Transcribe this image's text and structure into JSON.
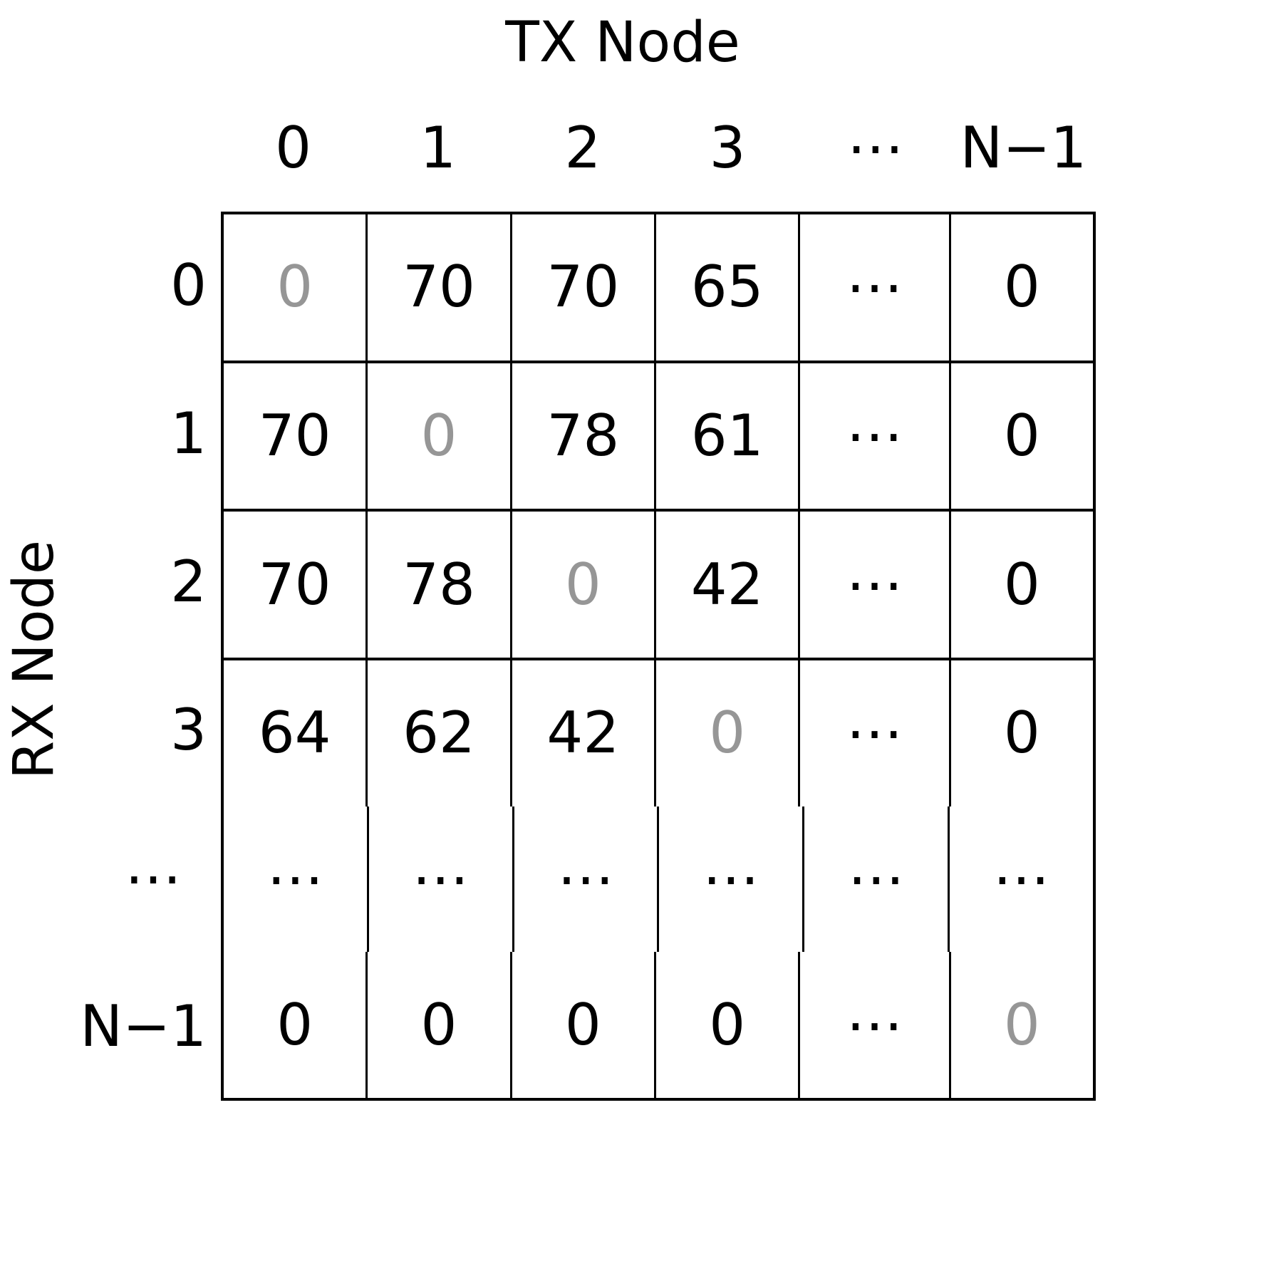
{
  "axes": {
    "top_title": "TX Node",
    "left_title": "RX Node"
  },
  "colors": {
    "grid": "#000000",
    "text": "#000000",
    "diagonal_text": "#969696",
    "background": "#ffffff"
  },
  "glyphs": {
    "ellipsis": "⋯"
  },
  "chart_data": {
    "type": "table",
    "title": "",
    "xlabel": "TX Node",
    "ylabel": "RX Node",
    "col_headers": [
      "0",
      "1",
      "2",
      "3",
      "⋯",
      "N−1"
    ],
    "row_headers": [
      "0",
      "1",
      "2",
      "3",
      "⋯",
      "N−1"
    ],
    "rows": [
      {
        "label": "0",
        "cells": [
          {
            "text": "0",
            "diagonal": true,
            "ellipsis": false
          },
          {
            "text": "70",
            "diagonal": false,
            "ellipsis": false
          },
          {
            "text": "70",
            "diagonal": false,
            "ellipsis": false
          },
          {
            "text": "65",
            "diagonal": false,
            "ellipsis": false
          },
          {
            "text": "⋯",
            "diagonal": false,
            "ellipsis": true
          },
          {
            "text": "0",
            "diagonal": false,
            "ellipsis": false
          }
        ]
      },
      {
        "label": "1",
        "cells": [
          {
            "text": "70",
            "diagonal": false,
            "ellipsis": false
          },
          {
            "text": "0",
            "diagonal": true,
            "ellipsis": false
          },
          {
            "text": "78",
            "diagonal": false,
            "ellipsis": false
          },
          {
            "text": "61",
            "diagonal": false,
            "ellipsis": false
          },
          {
            "text": "⋯",
            "diagonal": false,
            "ellipsis": true
          },
          {
            "text": "0",
            "diagonal": false,
            "ellipsis": false
          }
        ]
      },
      {
        "label": "2",
        "cells": [
          {
            "text": "70",
            "diagonal": false,
            "ellipsis": false
          },
          {
            "text": "78",
            "diagonal": false,
            "ellipsis": false
          },
          {
            "text": "0",
            "diagonal": true,
            "ellipsis": false
          },
          {
            "text": "42",
            "diagonal": false,
            "ellipsis": false
          },
          {
            "text": "⋯",
            "diagonal": false,
            "ellipsis": true
          },
          {
            "text": "0",
            "diagonal": false,
            "ellipsis": false
          }
        ]
      },
      {
        "label": "3",
        "cells": [
          {
            "text": "64",
            "diagonal": false,
            "ellipsis": false
          },
          {
            "text": "62",
            "diagonal": false,
            "ellipsis": false
          },
          {
            "text": "42",
            "diagonal": false,
            "ellipsis": false
          },
          {
            "text": "0",
            "diagonal": true,
            "ellipsis": false
          },
          {
            "text": "⋯",
            "diagonal": false,
            "ellipsis": true
          },
          {
            "text": "0",
            "diagonal": false,
            "ellipsis": false
          }
        ]
      },
      {
        "label": "⋯",
        "cells": [
          {
            "text": "⋯",
            "diagonal": false,
            "ellipsis": true
          },
          {
            "text": "⋯",
            "diagonal": false,
            "ellipsis": true
          },
          {
            "text": "⋯",
            "diagonal": false,
            "ellipsis": true
          },
          {
            "text": "⋯",
            "diagonal": false,
            "ellipsis": true
          },
          {
            "text": "⋯",
            "diagonal": false,
            "ellipsis": true
          },
          {
            "text": "⋯",
            "diagonal": false,
            "ellipsis": true
          }
        ]
      },
      {
        "label": "N−1",
        "cells": [
          {
            "text": "0",
            "diagonal": false,
            "ellipsis": false
          },
          {
            "text": "0",
            "diagonal": false,
            "ellipsis": false
          },
          {
            "text": "0",
            "diagonal": false,
            "ellipsis": false
          },
          {
            "text": "0",
            "diagonal": false,
            "ellipsis": false
          },
          {
            "text": "⋯",
            "diagonal": false,
            "ellipsis": true
          },
          {
            "text": "0",
            "diagonal": true,
            "ellipsis": false
          }
        ]
      }
    ]
  }
}
